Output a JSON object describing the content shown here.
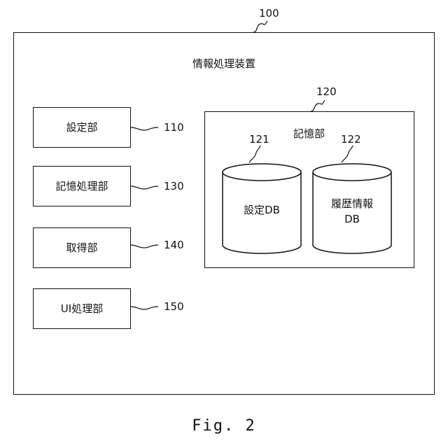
{
  "device": {
    "ref": "100",
    "title": "情報処理装置"
  },
  "storage": {
    "ref": "120",
    "title": "記憶部",
    "db1": {
      "ref": "121",
      "label": "設定DB"
    },
    "db2": {
      "ref": "122",
      "line1": "履歴情報",
      "line2": "DB"
    }
  },
  "modules": [
    {
      "ref": "110",
      "label": "設定部"
    },
    {
      "ref": "130",
      "label": "記憶処理部"
    },
    {
      "ref": "140",
      "label": "取得部"
    },
    {
      "ref": "150",
      "label": "UI処理部"
    }
  ],
  "figure_caption": "Fig. 2"
}
